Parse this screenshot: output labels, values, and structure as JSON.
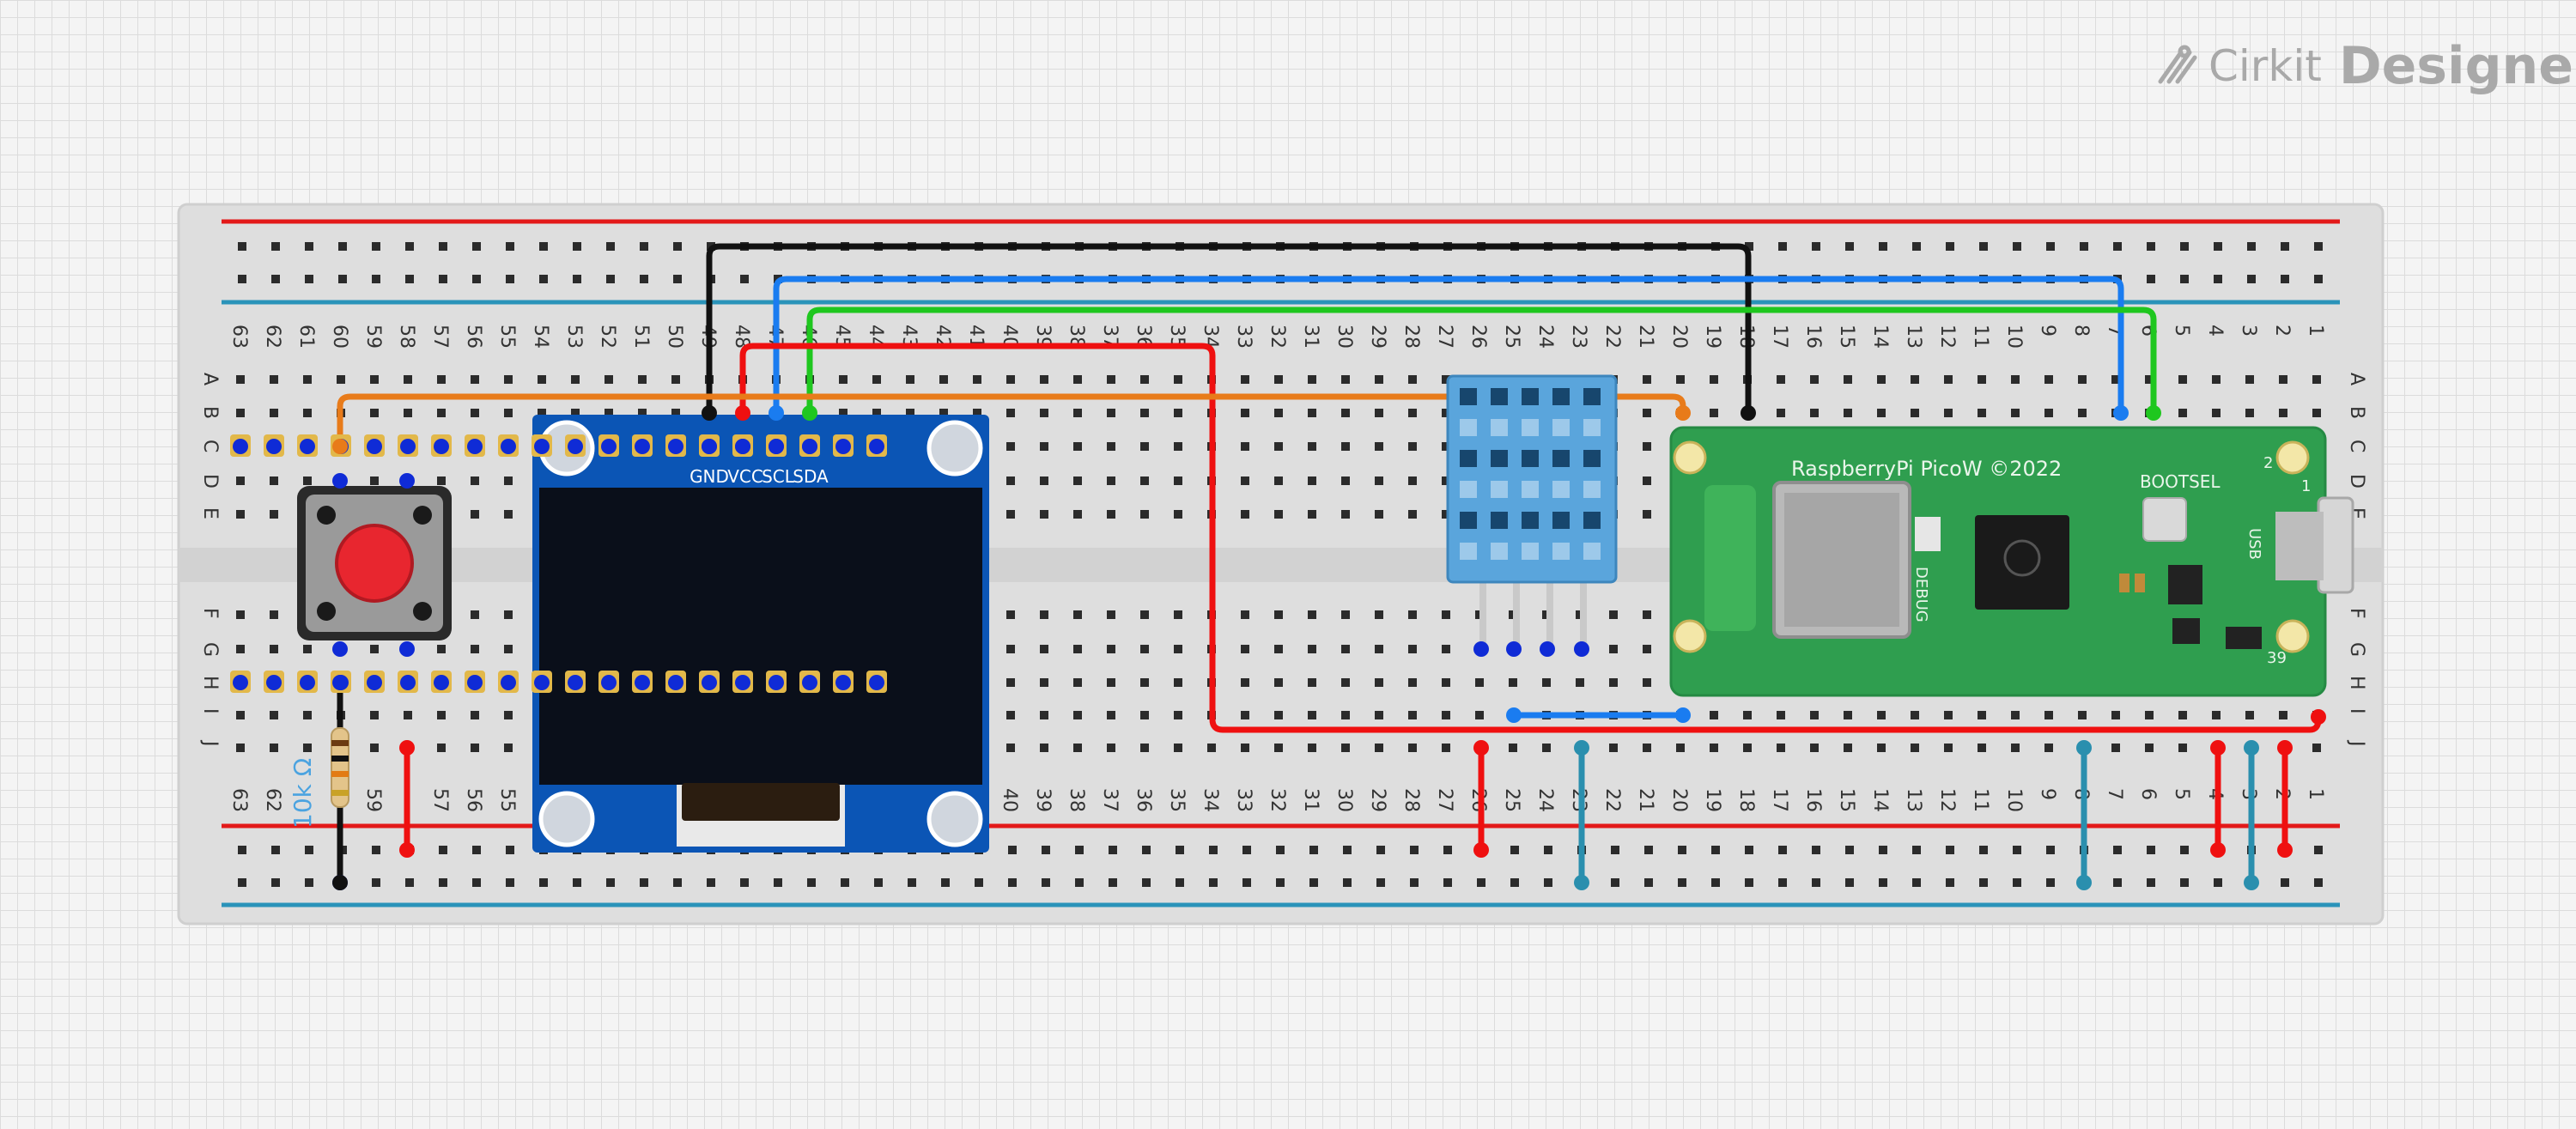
{
  "logo": {
    "brand": "Cirkit",
    "product": "Designer",
    "icon": "cirkit-logo-icon"
  },
  "breadboard": {
    "columns_top": [
      "63",
      "62",
      "61",
      "60",
      "59",
      "58",
      "57",
      "56",
      "55",
      "54",
      "53",
      "52",
      "51",
      "50",
      "49",
      "48",
      "47",
      "46",
      "45",
      "44",
      "43",
      "42",
      "41",
      "40",
      "39",
      "38",
      "37",
      "36",
      "35",
      "34",
      "33",
      "32",
      "31",
      "30",
      "29",
      "28",
      "27",
      "26",
      "25",
      "24",
      "23",
      "22",
      "21",
      "20",
      "19",
      "18",
      "17",
      "16",
      "15",
      "14",
      "13",
      "12",
      "11",
      "10",
      "9",
      "8",
      "7",
      "6",
      "5",
      "4",
      "3",
      "2",
      "1"
    ],
    "columns_bottom_visible": [
      "63",
      "62",
      "59",
      "57",
      "56",
      "55",
      "40",
      "39",
      "38",
      "37",
      "36",
      "35",
      "34",
      "33",
      "32",
      "31",
      "30",
      "29",
      "28",
      "27",
      "26",
      "25",
      "24",
      "23",
      "22",
      "21",
      "20",
      "19",
      "18",
      "17",
      "16",
      "15",
      "14",
      "13",
      "12",
      "11",
      "10",
      "9",
      "8",
      "7",
      "6",
      "5",
      "4",
      "3",
      "2",
      "1"
    ],
    "rows_upper": [
      "A",
      "B",
      "C",
      "D",
      "E"
    ],
    "rows_lower": [
      "F",
      "G",
      "H",
      "I",
      "J"
    ]
  },
  "oled": {
    "pin_labels": [
      "GND",
      "VCC",
      "SCL",
      "SDA"
    ],
    "module_type": "SSD1306 OLED 0.96in"
  },
  "pico": {
    "board_label": "RaspberryPi PicoW ©2022",
    "bootsel_label": "BOOTSEL",
    "debug_label": "DEBUG",
    "usb_label": "USB",
    "pin1_label": "1",
    "pin2_label": "2",
    "pin39_label": "39"
  },
  "resistor": {
    "value_label": "10k Ω"
  },
  "dht": {
    "type": "DHT11 temperature/humidity sensor"
  },
  "button": {
    "type": "tactile push button",
    "cap_color": "#e8262f"
  },
  "wire_colors": {
    "black": "#111111",
    "red": "#ef1010",
    "blue": "#1a7cf0",
    "green": "#1fc71f",
    "orange": "#e87b1a",
    "teal": "#2a8fae",
    "rail_red": "#e31919",
    "rail_blue": "#2a93b9"
  }
}
